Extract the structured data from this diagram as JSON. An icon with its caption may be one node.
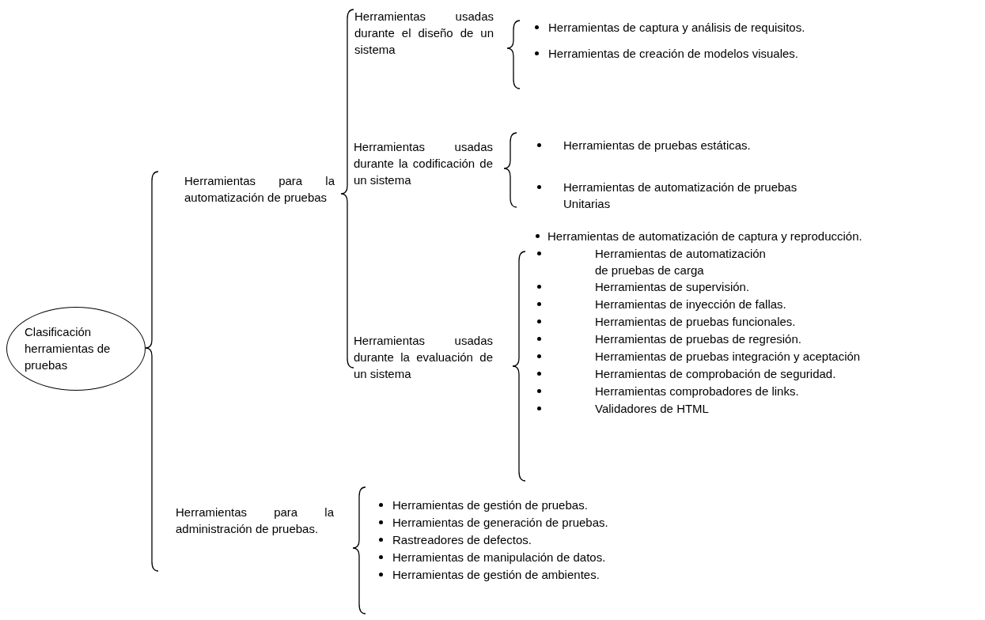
{
  "diagram": {
    "nodes": [
      {
        "text": [
          "Clasificación herramientas de pruebas"
        ]
      }
    ],
    "labels": [
      "Herramientas para la automatización de pruebas",
      "Herramientas usadas durante el diseño de un sistema",
      "Herramientas de captura y análisis de requisitos.",
      "Herramientas de creación de modelos visuales.",
      "Herramientas usadas durante la codificación de un sistema",
      "Herramientas de pruebas estáticas.",
      "Herramientas de automatización de pruebas Unitarias",
      "Herramientas usadas durante la evaluación de un sistema",
      "Herramientas de automatización de captura y reproducción.",
      "Herramientas de automatización de pruebas de carga",
      "Herramientas de supervisión.",
      "Herramientas de inyección de fallas.",
      "Herramientas de pruebas funcionales.",
      "Herramientas de pruebas de regresión.",
      "Herramientas de pruebas integración y aceptación",
      "Herramientas de comprobación de seguridad.",
      "Herramientas comprobadores de links.",
      "Validadores de HTML",
      "Herramientas para la administración de pruebas.",
      "Herramientas de gestión de pruebas.",
      "Herramientas de generación de pruebas.",
      "Rastreadores de defectos.",
      "Herramientas de manipulación de datos.",
      "Herramientas de gestión de ambientes."
    ]
  }
}
